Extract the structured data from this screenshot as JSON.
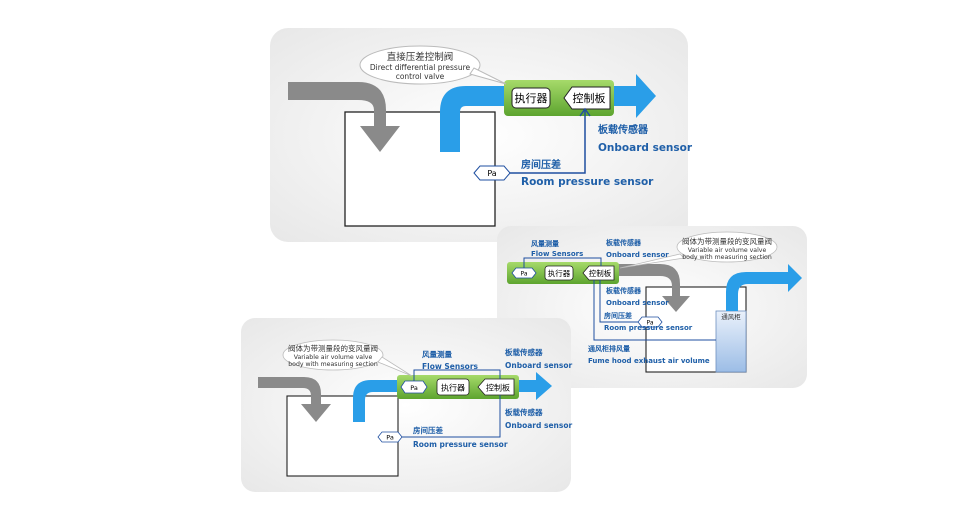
{
  "colors": {
    "panel": "#efefef",
    "blue_arrow": "#2a9ee8",
    "gray_arrow": "#888888",
    "green_box": "#7cc242",
    "label_blue": "#1f5fa8",
    "wire": "#1f4fa0"
  },
  "panel1": {
    "bubble_cn": "直接压差控制阀",
    "bubble_en_line1": "Direct differential pressure",
    "bubble_en_line2": "control valve",
    "actuator": "执行器",
    "controller": "控制板",
    "onboard_cn": "板载传感器",
    "onboard_en": "Onboard sensor",
    "pa": "Pa",
    "room_cn": "房间压差",
    "room_en": "Room pressure sensor"
  },
  "panel2": {
    "bubble_cn": "阀体为带测量段的变风量阀",
    "bubble_en_line1": "Variable air volume valve",
    "bubble_en_line2": "body with measuring section",
    "flow_cn": "风量测量",
    "flow_en": "Flow Sensors",
    "pa": "Pa",
    "actuator": "执行器",
    "controller": "控制板",
    "onboard_cn_top": "板载传感器",
    "onboard_en_top": "Onboard sensor",
    "onboard_cn_mid": "板载传感器",
    "onboard_en_mid": "Onboard sensor",
    "room_cn": "房间压差",
    "room_en": "Room pressure sensor",
    "pa2": "Pa",
    "hood_cn": "通风柜排风量",
    "hood_en": "Fume hood exhaust air volume",
    "hood_label": "通风柜"
  },
  "panel3": {
    "bubble_cn": "阀体为带测量段的变风量阀",
    "bubble_en_line1": "Variable air volume valve",
    "bubble_en_line2": "body with measuring section",
    "flow_cn": "风量测量",
    "flow_en": "Flow Sensors",
    "pa": "Pa",
    "actuator": "执行器",
    "controller": "控制板",
    "onboard_cn_top": "板载传感器",
    "onboard_en_top": "Onboard sensor",
    "onboard_cn_mid": "板载传感器",
    "onboard_en_mid": "Onboard sensor",
    "room_cn": "房间压差",
    "room_en": "Room pressure sensor",
    "pa2": "Pa"
  }
}
